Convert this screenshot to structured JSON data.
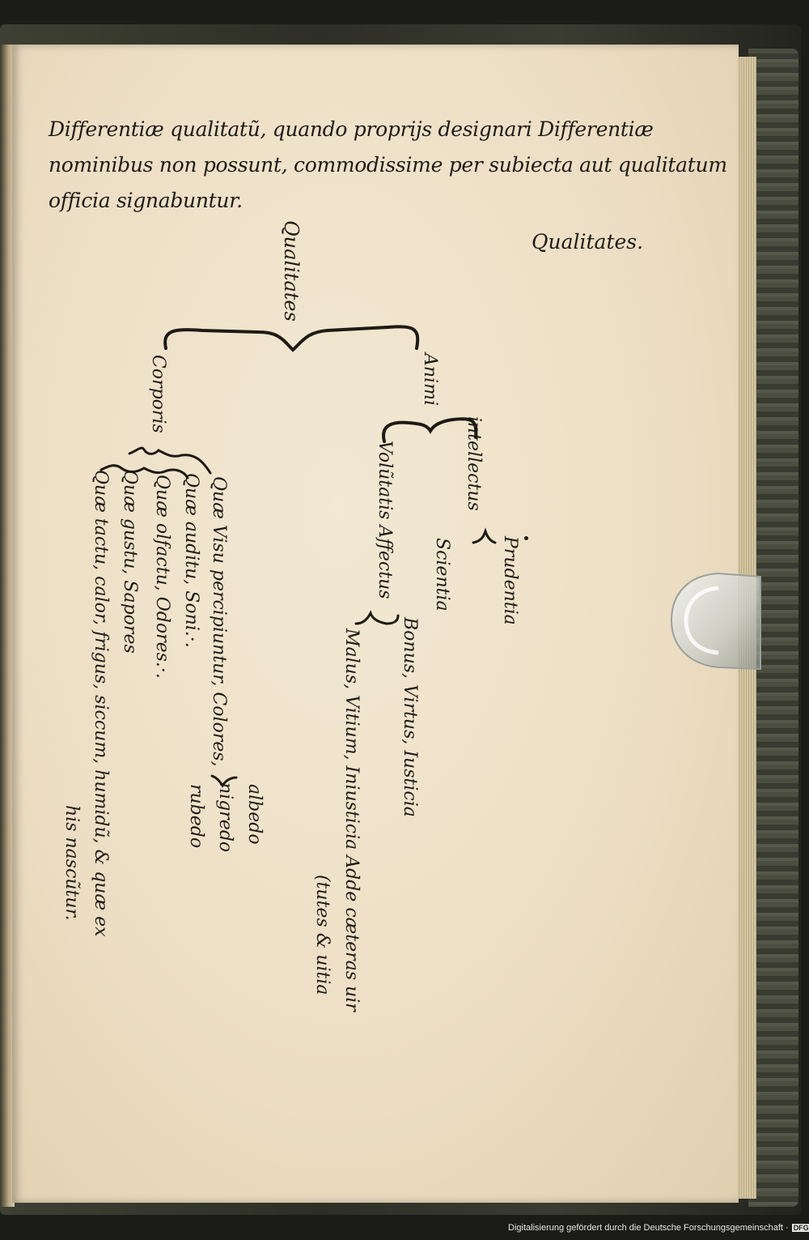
{
  "header": {
    "line1": "Differentiæ qualitatũ, quando proprijs designari Differentiæ",
    "line2": "nominibus non possunt, commodissime per subiecta aut qualitatum",
    "line3": "officia signabuntur."
  },
  "side_label": "Qualitates.",
  "tree": {
    "root": "Qualitates",
    "corporis": "Corporis",
    "animi": "Animi",
    "intellectus": "intellectus",
    "prudentia": "Prudentia",
    "scientia": "Scientia",
    "voluntatis": "Volũtatis Affectus",
    "bonus": "Bonus, Virtus, Iusticia",
    "malus": "Malus, Vitium, Iniusticia Adde cæteras uir",
    "malus_cont": "(tutes & uitia",
    "visu": "Quæ Visu percipiuntur, Colores,",
    "albedo": "albedo",
    "nigredo": "nigredo",
    "rubedo": "rubedo",
    "auditu": "Quæ auditu, Soni.·.",
    "olfactu": "Quæ olfactu, Odores.·.",
    "gustu": "Quæ gustu, Sapores",
    "tactu": "Quæ tactu, calor, frigus, siccum, humidũ, & quæ ex",
    "tactu_cont": "his nascũtur."
  },
  "footer": {
    "text": "Digitalisierung gefördert durch die Deutsche Forschungsgemeinschaft ·",
    "logo": "DFG"
  }
}
